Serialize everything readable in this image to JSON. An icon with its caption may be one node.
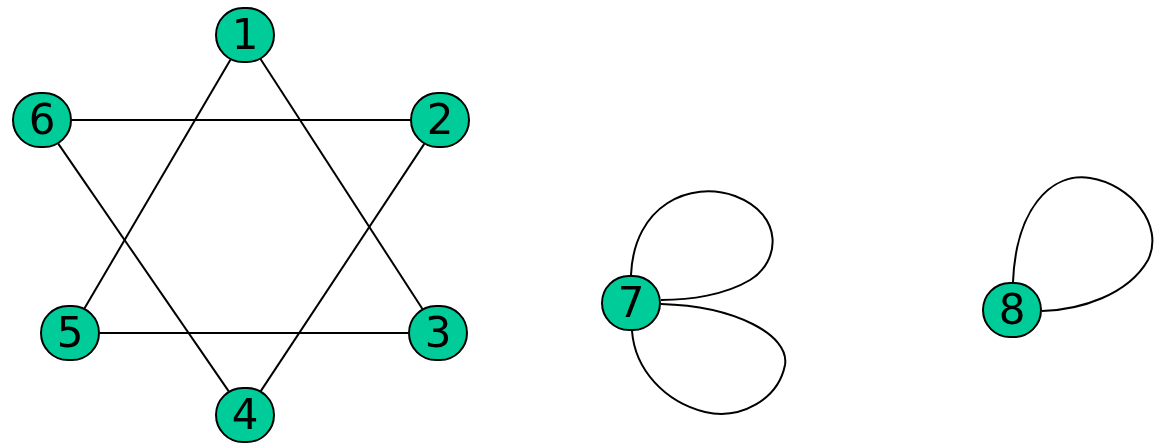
{
  "diagram": {
    "nodes": [
      {
        "text": [
          "1"
        ]
      },
      {
        "text": [
          "2"
        ]
      },
      {
        "text": [
          "3"
        ]
      },
      {
        "text": [
          "4"
        ]
      },
      {
        "text": [
          "5"
        ]
      },
      {
        "text": [
          "6"
        ]
      },
      {
        "text": [
          "7"
        ]
      },
      {
        "text": [
          "8"
        ]
      }
    ],
    "edges": [
      {
        "from": 0,
        "to": 4,
        "arrow": "none"
      },
      {
        "from": 0,
        "to": 2,
        "arrow": "none"
      },
      {
        "from": 5,
        "to": 1,
        "arrow": "none"
      },
      {
        "from": 5,
        "to": 3,
        "arrow": "none"
      },
      {
        "from": 1,
        "to": 3,
        "arrow": "none"
      },
      {
        "from": 4,
        "to": 2,
        "arrow": "none"
      },
      {
        "from": 6,
        "to": 6,
        "arrow": "none"
      },
      {
        "from": 6,
        "to": 6,
        "arrow": "none"
      },
      {
        "from": 7,
        "to": 7,
        "arrow": "none"
      }
    ]
  }
}
